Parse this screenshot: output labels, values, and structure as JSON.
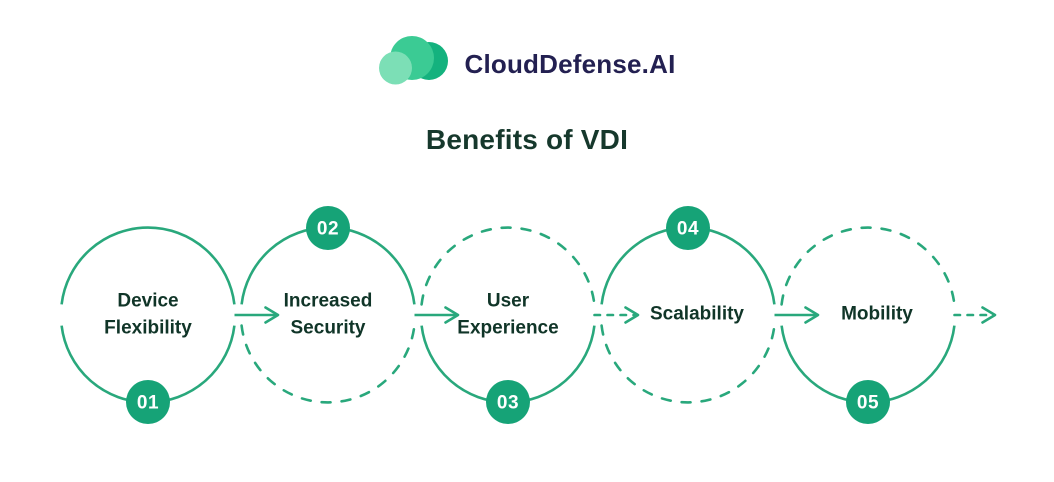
{
  "brand": {
    "name": "CloudDefense.AI",
    "icon": "cloud-logo-icon"
  },
  "title": "Benefits of VDI",
  "steps": [
    {
      "number": "01",
      "label": "Device\nFlexibility",
      "badge_position": "bottom",
      "outline_top": "solid",
      "outline_bottom": "solid"
    },
    {
      "number": "02",
      "label": "Increased\nSecurity",
      "badge_position": "top",
      "outline_top": "solid",
      "outline_bottom": "dashed"
    },
    {
      "number": "03",
      "label": "User\nExperience",
      "badge_position": "bottom",
      "outline_top": "dashed",
      "outline_bottom": "solid"
    },
    {
      "number": "04",
      "label": "Scalability",
      "badge_position": "top",
      "outline_top": "solid",
      "outline_bottom": "dashed"
    },
    {
      "number": "05",
      "label": "Mobility",
      "badge_position": "bottom",
      "outline_top": "dashed",
      "outline_bottom": "solid"
    }
  ],
  "connectors": [
    {
      "from": "01",
      "to": "02",
      "style": "solid"
    },
    {
      "from": "02",
      "to": "03",
      "style": "solid"
    },
    {
      "from": "03",
      "to": "04",
      "style": "dashed"
    },
    {
      "from": "04",
      "to": "05",
      "style": "solid"
    },
    {
      "from": "05",
      "to": "exit",
      "style": "dashed"
    }
  ],
  "colors": {
    "accent_green": "#29a87c",
    "badge_green": "#16a377",
    "brand_text": "#232051",
    "title_text": "#16382c",
    "label_text": "#103528",
    "badge_text": "#ffffff",
    "logo_green_mid": "#3bcb94",
    "logo_green_dark": "#14b27e",
    "logo_green_light": "#7cdfb6",
    "background": "#ffffff"
  }
}
